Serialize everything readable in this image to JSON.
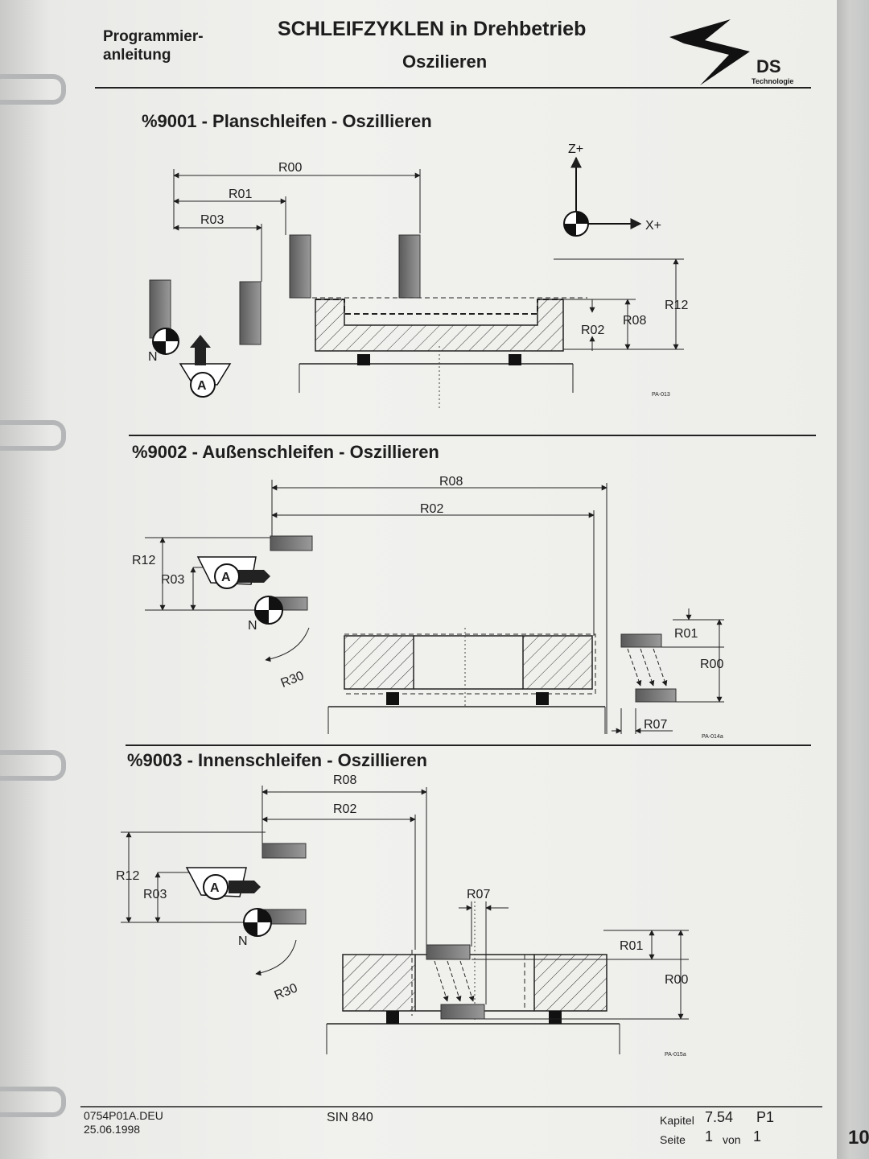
{
  "header": {
    "left_line1": "Programmier-",
    "left_line2": "anleitung",
    "title": "SCHLEIFZYKLEN in Drehbetrieb",
    "subtitle": "Oszilieren",
    "logo_text": "DS",
    "logo_subtext": "Technologie"
  },
  "sections": [
    {
      "title": "%9001 - Planschleifen - Oszillieren",
      "labels": {
        "r00": "R00",
        "r01": "R01",
        "r03": "R03",
        "r12": "R12",
        "r08": "R08",
        "r02": "R02",
        "n": "N",
        "a": "A",
        "zplus": "Z+",
        "xplus": "X+",
        "code": "PA-013"
      }
    },
    {
      "title": "%9002 - Außenschleifen - Oszillieren",
      "labels": {
        "r08": "R08",
        "r02": "R02",
        "r12": "R12",
        "r03": "R03",
        "n": "N",
        "a": "A",
        "r30": "R30",
        "r01": "R01",
        "r00": "R00",
        "r07": "R07",
        "code": "PA-014a"
      }
    },
    {
      "title": "%9003 - Innenschleifen - Oszillieren",
      "labels": {
        "r08": "R08",
        "r02": "R02",
        "r12": "R12",
        "r03": "R03",
        "n": "N",
        "a": "A",
        "r30": "R30",
        "r07": "R07",
        "r01": "R01",
        "r00": "R00",
        "code": "PA-015a"
      }
    }
  ],
  "footer": {
    "file": "0754P01A.DEU",
    "date": "25.06.1998",
    "product": "SIN 840",
    "kapitel_label": "Kapitel",
    "kapitel_value": "7.54",
    "part": "P1",
    "seite_label": "Seite",
    "seite_value": "1",
    "von_label": "von",
    "von_value": "1",
    "edge_text": "10"
  },
  "colors": {
    "paper": "#f1f1ee",
    "ink": "#1d1d1d",
    "tool_gray": "#6e6e6e"
  },
  "icons": [
    "binder-ring-icon",
    "ds-logo-icon",
    "grinding-wheel-icon",
    "center-mark-icon",
    "axis-arrow-icon"
  ]
}
